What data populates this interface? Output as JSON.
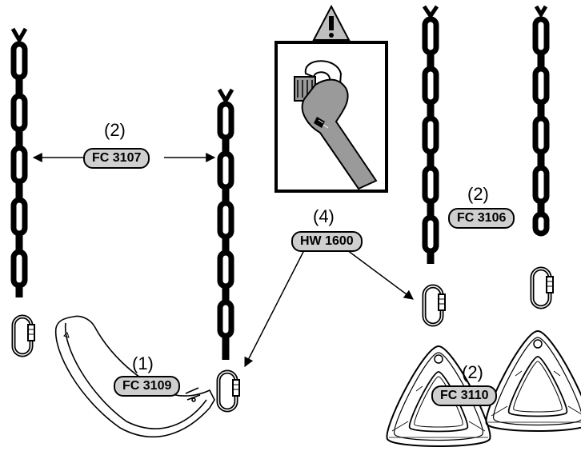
{
  "labels": {
    "chain_left": {
      "qty": "(2)",
      "code": "FC 3107"
    },
    "seat": {
      "qty": "(1)",
      "code": "FC 3109"
    },
    "hardware": {
      "qty": "(4)",
      "code": "HW 1600"
    },
    "chain_right": {
      "qty": "(2)",
      "code": "FC 3106"
    },
    "rings": {
      "qty": "(2)",
      "code": "FC 3110"
    }
  },
  "icons": [
    "chain-icon",
    "quick-link-icon",
    "belt-seat-icon",
    "warning-icon",
    "wrench-icon",
    "triangle-ring-icon"
  ]
}
